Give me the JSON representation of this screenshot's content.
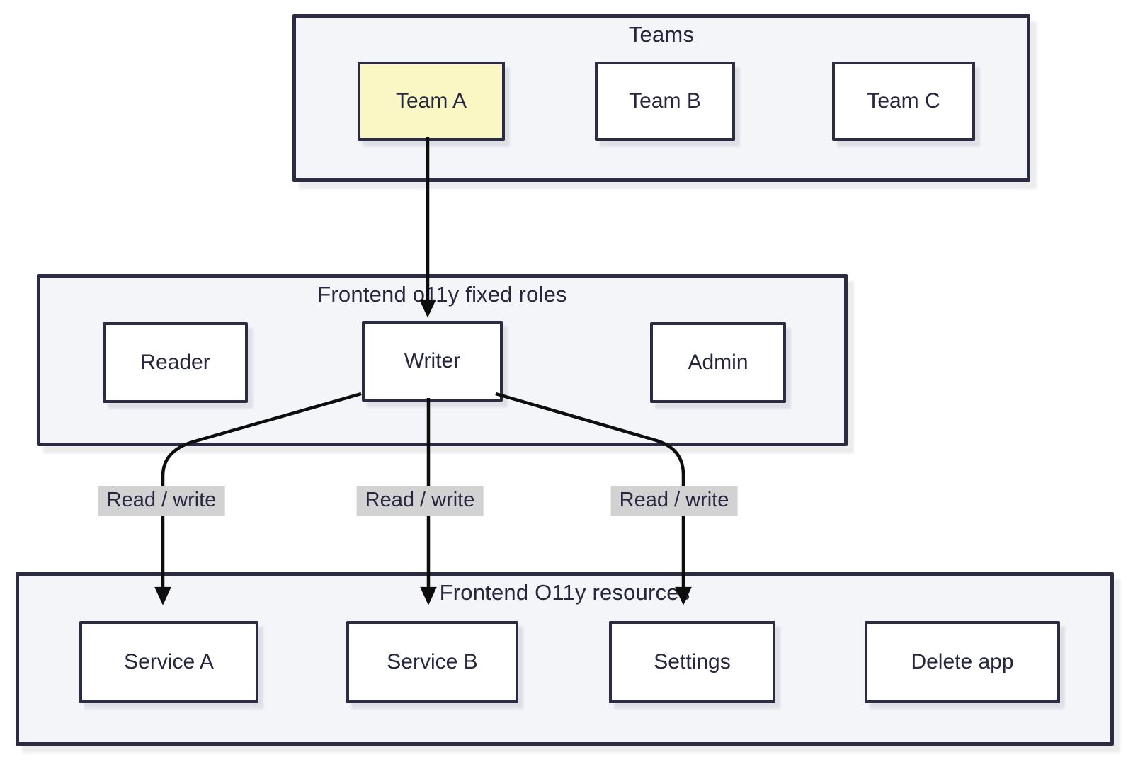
{
  "colors": {
    "group_background": "#f4f5f9",
    "border": "#2b2b43",
    "node_background": "#ffffff",
    "highlight_background": "#fbf7c4",
    "edge_label_background": "#d2d2d2",
    "arrow": "#0d0d0d",
    "text": "#26263f"
  },
  "groups": [
    {
      "title": "Teams",
      "nodes": [
        {
          "label": "Team A",
          "highlighted": true
        },
        {
          "label": "Team B",
          "highlighted": false
        },
        {
          "label": "Team C",
          "highlighted": false
        }
      ]
    },
    {
      "title": "Frontend o11y fixed roles",
      "nodes": [
        {
          "label": "Reader",
          "highlighted": false
        },
        {
          "label": "Writer",
          "highlighted": false
        },
        {
          "label": "Admin",
          "highlighted": false
        }
      ]
    },
    {
      "title": "Frontend O11y resources",
      "nodes": [
        {
          "label": "Service A",
          "highlighted": false
        },
        {
          "label": "Service B",
          "highlighted": false
        },
        {
          "label": "Settings",
          "highlighted": false
        },
        {
          "label": "Delete app",
          "highlighted": false
        }
      ]
    }
  ],
  "edges": [
    {
      "from": "Team A",
      "to": "Writer",
      "label": ""
    },
    {
      "from": "Writer",
      "to": "Service A",
      "label": "Read / write"
    },
    {
      "from": "Writer",
      "to": "Service B",
      "label": "Read / write"
    },
    {
      "from": "Writer",
      "to": "Settings",
      "label": "Read / write"
    }
  ]
}
